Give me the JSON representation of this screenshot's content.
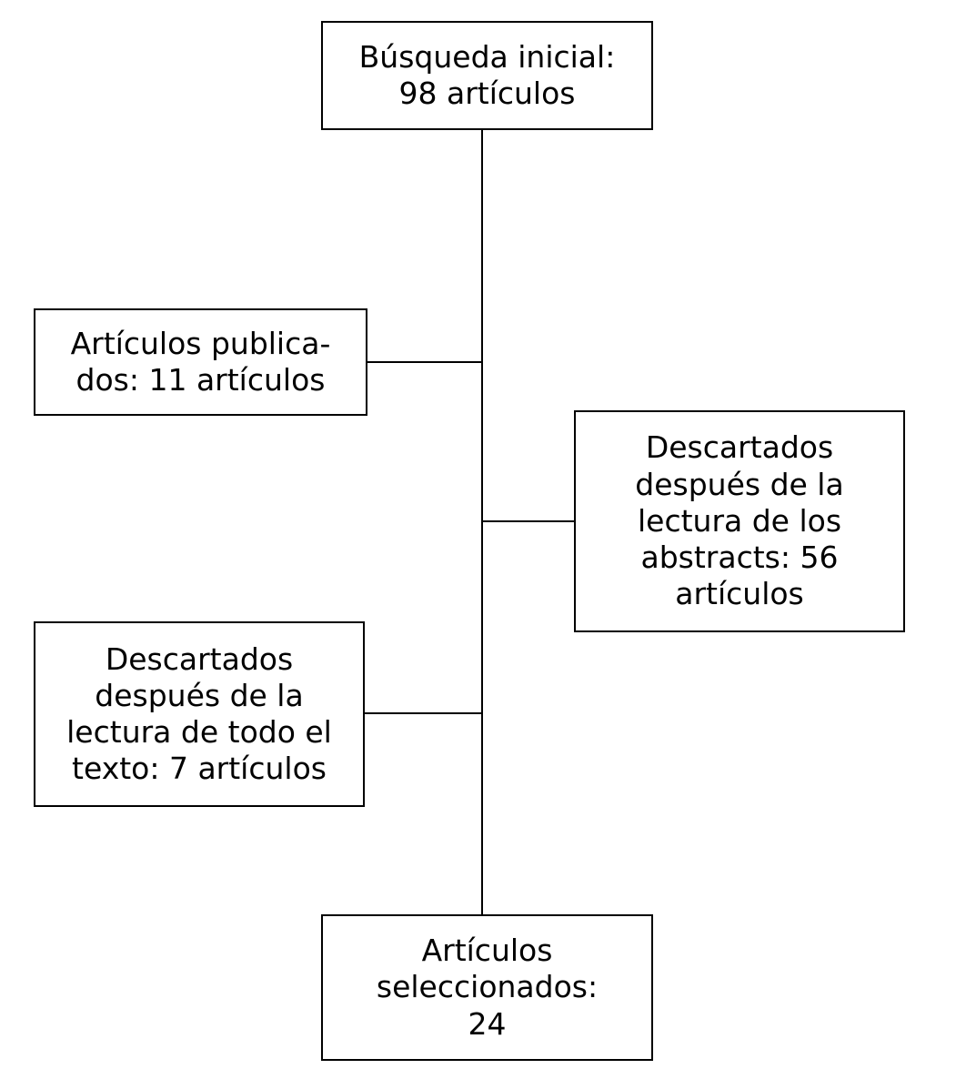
{
  "diagram": {
    "type": "flowchart",
    "background_color": "#ffffff",
    "stroke_color": "#000000",
    "text_color": "#000000",
    "nodes": {
      "initial_search": {
        "label": "Búsqueda inicial:\n98 artículos",
        "count": 98
      },
      "published": {
        "label": "Artículos publica-\ndos: 11 artículos",
        "count": 11
      },
      "discarded_abstracts": {
        "label": "Descartados\ndespués de la\nlectura de los\nabstracts: 56\nartículos",
        "count": 56
      },
      "discarded_full_text": {
        "label": "Descartados\ndespués de la\nlectura de todo el\ntexto: 7 artículos",
        "count": 7
      },
      "selected": {
        "label": "Artículos\nseleccionados:\n24",
        "count": 24
      }
    },
    "edges": [
      {
        "from": "initial_search",
        "to": "selected",
        "shape": "vertical-trunk"
      },
      {
        "from": "published",
        "to": "trunk",
        "shape": "horizontal"
      },
      {
        "from": "trunk",
        "to": "discarded_abstracts",
        "shape": "horizontal"
      },
      {
        "from": "discarded_full_text",
        "to": "trunk",
        "shape": "horizontal"
      }
    ]
  }
}
